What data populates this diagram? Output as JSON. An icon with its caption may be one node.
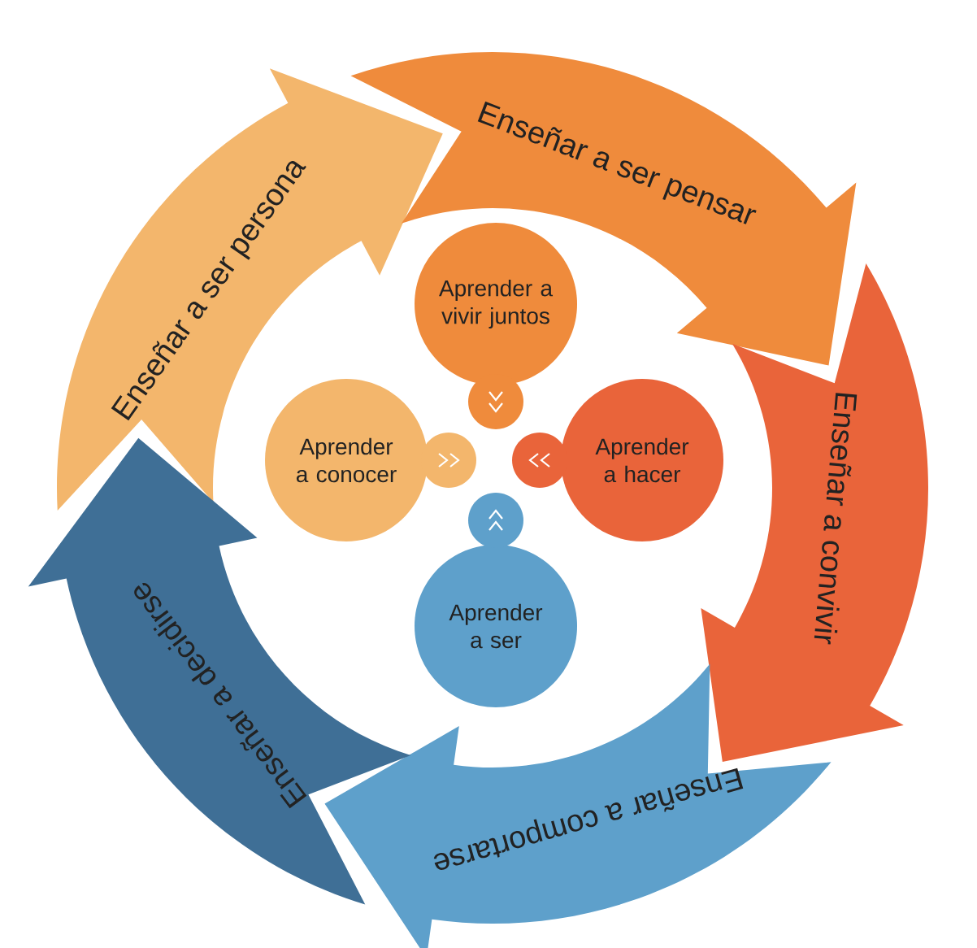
{
  "diagram": {
    "nodes": [
      {
        "text": [
          "Enseñar a ser persona"
        ]
      },
      {
        "text": [
          "Enseñar a ser pensar"
        ]
      },
      {
        "text": [
          "Enseñar a convivir"
        ]
      },
      {
        "text": [
          "Enseñar a comportarse"
        ]
      },
      {
        "text": [
          "Enseñar a decidirse"
        ]
      },
      {
        "text": [
          "Aprender a vivir juntos"
        ]
      },
      {
        "text": [
          "Aprender a conocer"
        ]
      },
      {
        "text": [
          "Aprender a hacer"
        ]
      },
      {
        "text": [
          "Aprender a ser"
        ]
      }
    ]
  }
}
